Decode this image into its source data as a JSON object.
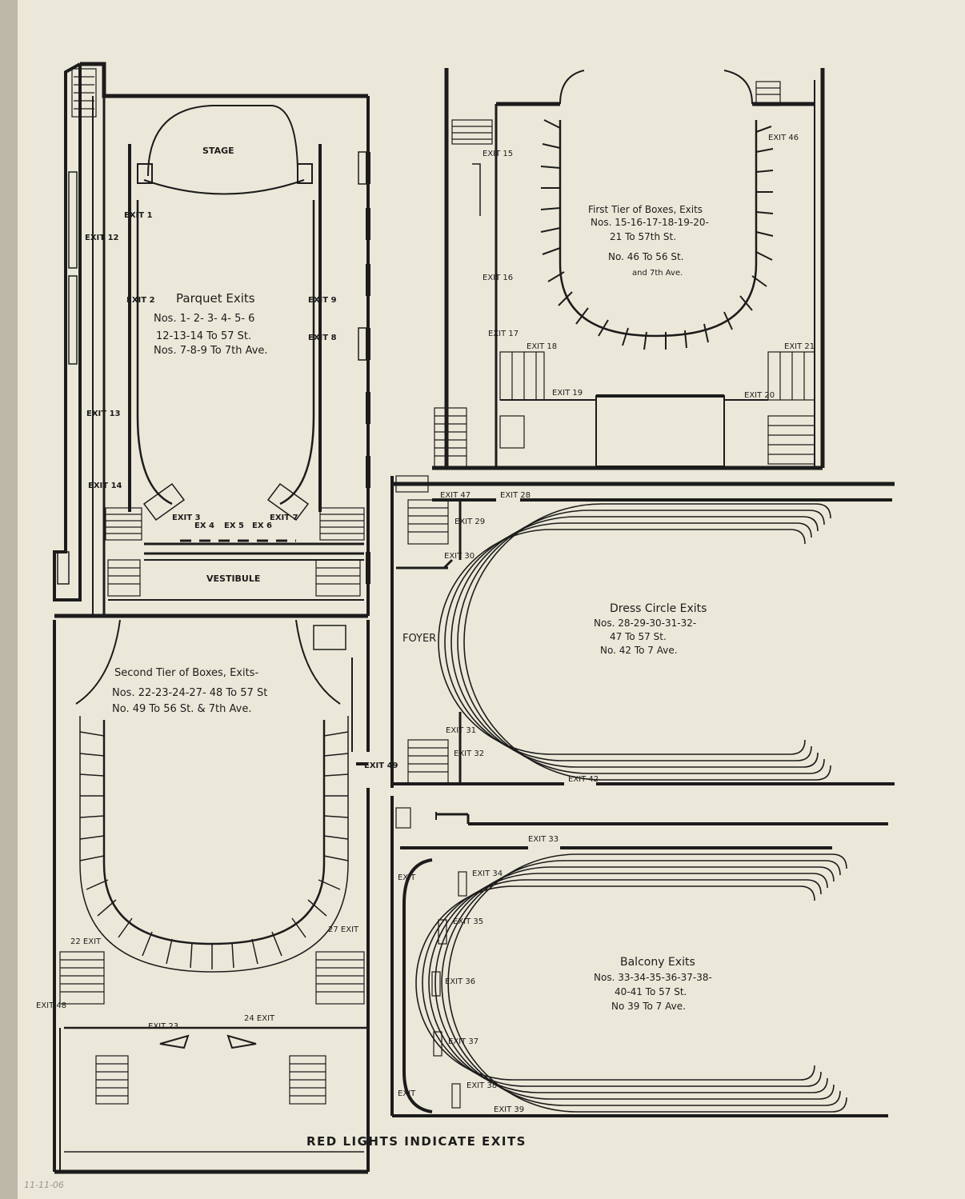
{
  "caption": "RED LIGHTS INDICATE EXITS",
  "handwritten_note": "11-11-06",
  "parquet": {
    "stage": "STAGE",
    "vestibule": "VESTIBULE",
    "title": "Parquet Exits",
    "line1": "Nos. 1- 2- 3- 4- 5- 6",
    "line2": "12-13-14 To 57 St.",
    "line3": "Nos. 7-8-9 To 7th Ave.",
    "exits": {
      "e1": "EXIT 1",
      "e2": "EXIT 2",
      "e12": "EXIT 12",
      "e13": "EXIT 13",
      "e14": "EXIT 14",
      "e9": "EXIT 9",
      "e8": "EXIT 8",
      "e3": "EXIT 3",
      "e4": "EX 4",
      "e5": "EX 5",
      "e6": "EX 6",
      "e7": "EXIT 7"
    }
  },
  "first_tier": {
    "title": "First Tier of Boxes, Exits",
    "line1": "Nos. 15-16-17-18-19-20-",
    "line2": "21 To 57th St.",
    "line3": "No. 46 To 56 St.",
    "line4": "and 7th Ave.",
    "exits": {
      "e15": "EXIT 15",
      "e16": "EXIT 16",
      "e17": "EXIT 17",
      "e18": "EXIT 18",
      "e19": "EXIT 19",
      "e20": "EXIT 20",
      "e21": "EXIT 21",
      "e46": "EXIT 46"
    }
  },
  "second_tier": {
    "title": "Second Tier of Boxes, Exits-",
    "line1": "Nos. 22-23-24-27- 48 To 57 St",
    "line2": "No. 49 To 56 St. & 7th Ave.",
    "exits": {
      "e22": "22 EXIT",
      "e27": "27 EXIT",
      "e48": "EXIT 48",
      "e23": "EXIT 23",
      "e24": "24 EXIT",
      "e49": "EXIT 49"
    }
  },
  "dress_circle": {
    "foyer": "FOYER",
    "title": "Dress Circle Exits",
    "line1": "Nos. 28-29-30-31-32-",
    "line2": "47 To 57 St.",
    "line3": "No. 42 To 7 Ave.",
    "exits": {
      "e47": "EXIT 47",
      "e28": "EXIT 28",
      "e29": "EXIT 29",
      "e30": "EXIT 30",
      "e31": "EXIT 31",
      "e32": "EXIT 32",
      "e42": "EXIT 42"
    }
  },
  "balcony": {
    "title": "Balcony Exits",
    "line1": "Nos. 33-34-35-36-37-38-",
    "line2": "40-41 To 57 St.",
    "line3": "No 39 To 7 Ave.",
    "exits": {
      "e33": "EXIT 33",
      "e34": "EXIT 34",
      "e35": "EXIT 35",
      "e36": "EXIT 36",
      "e37": "EXIT 37",
      "e38": "EXIT 38",
      "e39": "EXIT 39",
      "ea": "EXIT",
      "eb": "EXIT"
    }
  },
  "colors": {
    "ink": "#1c1c1c",
    "paper": "#ece8d9",
    "margin": "#bdb8a8"
  }
}
